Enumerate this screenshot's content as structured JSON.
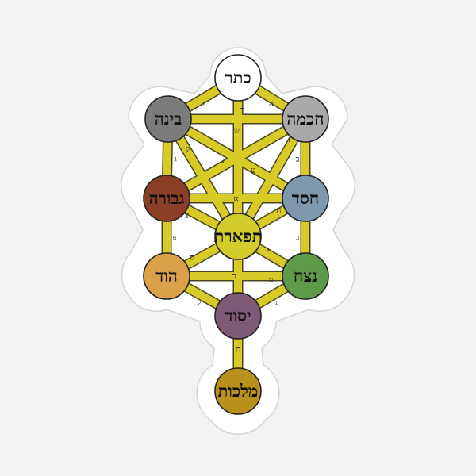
{
  "sephirot": [
    {
      "id": "keter",
      "label": "כתר",
      "color": "#ffffff"
    },
    {
      "id": "chokhmah",
      "label": "חכמה",
      "color": "#a9a9a9"
    },
    {
      "id": "binah",
      "label": "בינה",
      "color": "#7b7b7b"
    },
    {
      "id": "chesed",
      "label": "חסד",
      "color": "#7e99ad"
    },
    {
      "id": "gevurah",
      "label": "גבורה",
      "color": "#8c3f27"
    },
    {
      "id": "tiferet",
      "label": "תפארת",
      "color": "#d4cc2a"
    },
    {
      "id": "netzach",
      "label": "נצח",
      "color": "#5f9a4a"
    },
    {
      "id": "hod",
      "label": "הוד",
      "color": "#dba04a"
    },
    {
      "id": "yesod",
      "label": "יסוד",
      "color": "#7d5a75"
    },
    {
      "id": "malkhut",
      "label": "מלכות",
      "color": "#b8901c"
    }
  ],
  "paths": [
    {
      "from": "keter",
      "to": "chokhmah",
      "letter": "ה"
    },
    {
      "from": "keter",
      "to": "binah",
      "letter": "ו"
    },
    {
      "from": "keter",
      "to": "tiferet",
      "letter": "ד"
    },
    {
      "from": "chokhmah",
      "to": "binah",
      "letter": "ש"
    },
    {
      "from": "chokhmah",
      "to": "chesed",
      "letter": "ב"
    },
    {
      "from": "chokhmah",
      "to": "tiferet",
      "letter": "ז"
    },
    {
      "from": "chokhmah",
      "to": "gevurah",
      "letter": "ע"
    },
    {
      "from": "binah",
      "to": "gevurah",
      "letter": "ג"
    },
    {
      "from": "binah",
      "to": "tiferet",
      "letter": "ק"
    },
    {
      "from": "binah",
      "to": "chesed",
      "letter": "ט"
    },
    {
      "from": "chesed",
      "to": "gevurah",
      "letter": "א"
    },
    {
      "from": "chesed",
      "to": "tiferet",
      "letter": "ח"
    },
    {
      "from": "chesed",
      "to": "netzach",
      "letter": "כ"
    },
    {
      "from": "gevurah",
      "to": "tiferet",
      "letter": "צ"
    },
    {
      "from": "gevurah",
      "to": "hod",
      "letter": "פ"
    },
    {
      "from": "tiferet",
      "to": "netzach",
      "letter": "י"
    },
    {
      "from": "tiferet",
      "to": "hod",
      "letter": "ס"
    },
    {
      "from": "tiferet",
      "to": "yesod",
      "letter": "ר"
    },
    {
      "from": "netzach",
      "to": "hod",
      "letter": "מ"
    },
    {
      "from": "netzach",
      "to": "yesod",
      "letter": "נ"
    },
    {
      "from": "hod",
      "to": "yesod",
      "letter": "ל"
    },
    {
      "from": "yesod",
      "to": "malkhut",
      "letter": "ת"
    }
  ]
}
